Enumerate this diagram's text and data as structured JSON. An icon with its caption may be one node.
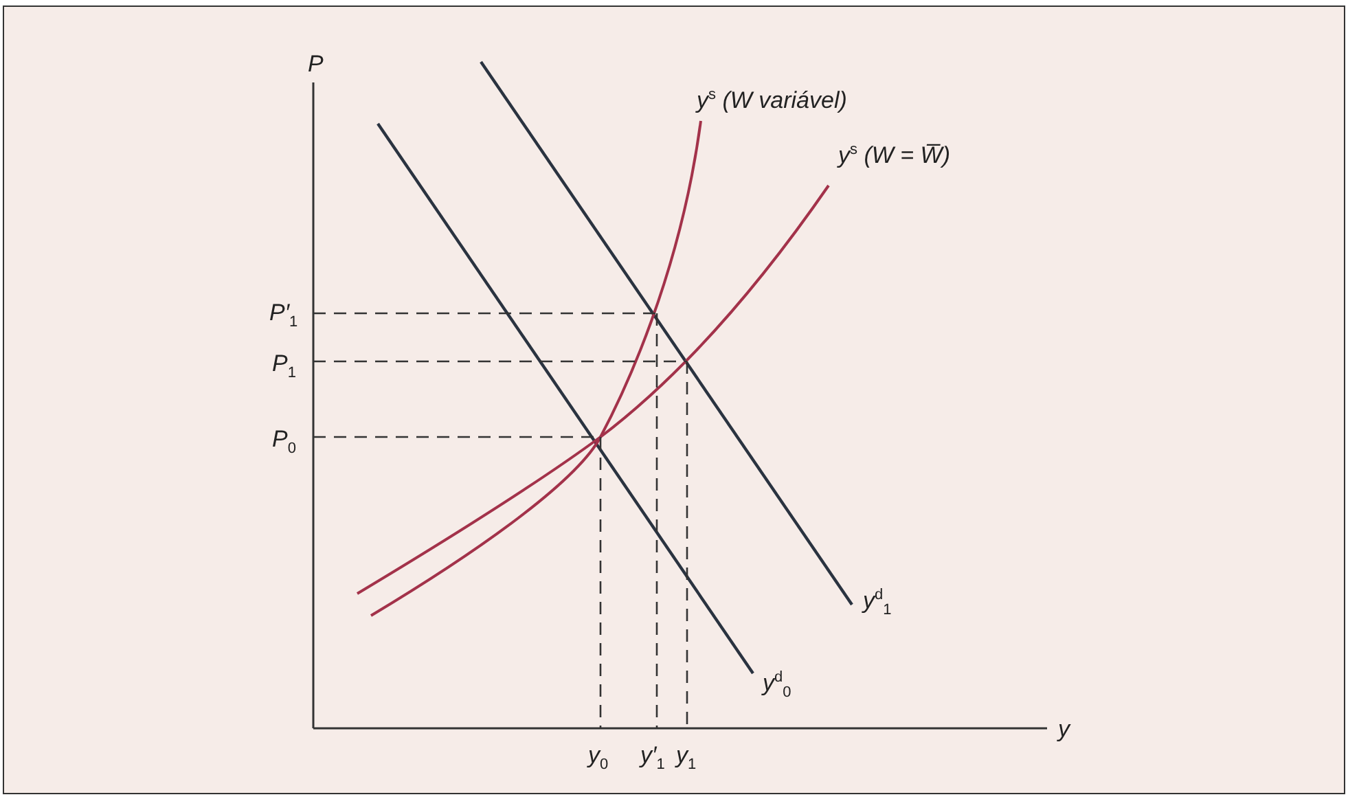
{
  "diagram": {
    "labels": [
      "P",
      "y$^{s}$ (W variável)",
      "y$^{s}$ (W = W̅)",
      "P′$_{1}$",
      "P$_{1}$",
      "P$_{0}$",
      "y$^{d}$$_{1}$",
      "y$^{d}$$_{0}$",
      "y",
      "y$_{0}$",
      "y′$_{1}$",
      "y$_{1}$"
    ]
  }
}
